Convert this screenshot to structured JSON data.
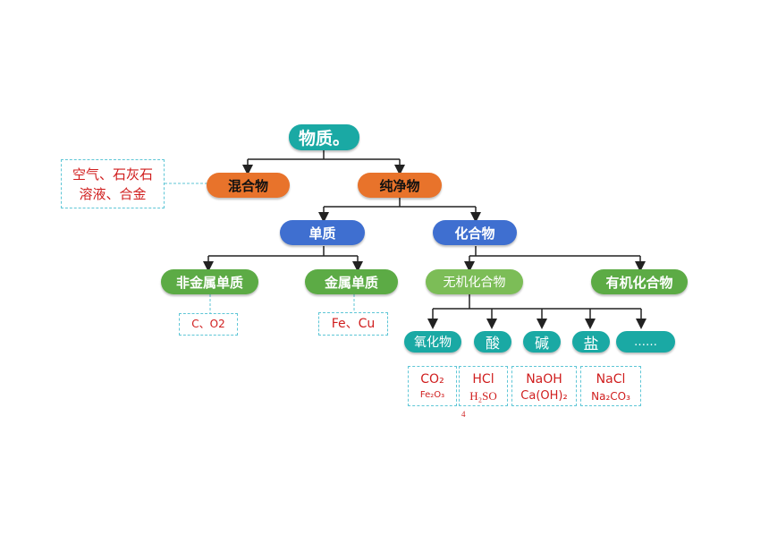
{
  "diagram": {
    "root": "物质。",
    "mixture": {
      "label": "混合物",
      "examples_line1": "空气、石灰石",
      "examples_line2": "溶液、合金"
    },
    "pure": {
      "label": "纯净物",
      "element": {
        "label": "单质",
        "nonmetal": {
          "label": "非金属单质",
          "example": "C、O2"
        },
        "metal": {
          "label": "金属单质",
          "example": "Fe、Cu"
        }
      },
      "compound": {
        "label": "化合物",
        "inorganic": {
          "label": "无机化合物",
          "categories": [
            {
              "label": "氧化物",
              "ex1": "CO₂",
              "ex2": "Fe₂O₃"
            },
            {
              "label": "酸",
              "ex1": "HCl",
              "ex2": "H₂SO",
              "ex2_sub": "4"
            },
            {
              "label": "碱",
              "ex1": "NaOH",
              "ex2": "Ca(OH)₂"
            },
            {
              "label": "盐",
              "ex1": "NaCl",
              "ex2": "Na₂CO₃"
            },
            {
              "label": "……"
            }
          ]
        },
        "organic": {
          "label": "有机化合物"
        }
      }
    }
  },
  "colors": {
    "teal": "#1aa9a4",
    "orange": "#e8732b",
    "blue": "#3f6fd0",
    "green": "#5cab45",
    "example_text": "#d01e1e",
    "dashed_border": "#5ec6d6"
  }
}
